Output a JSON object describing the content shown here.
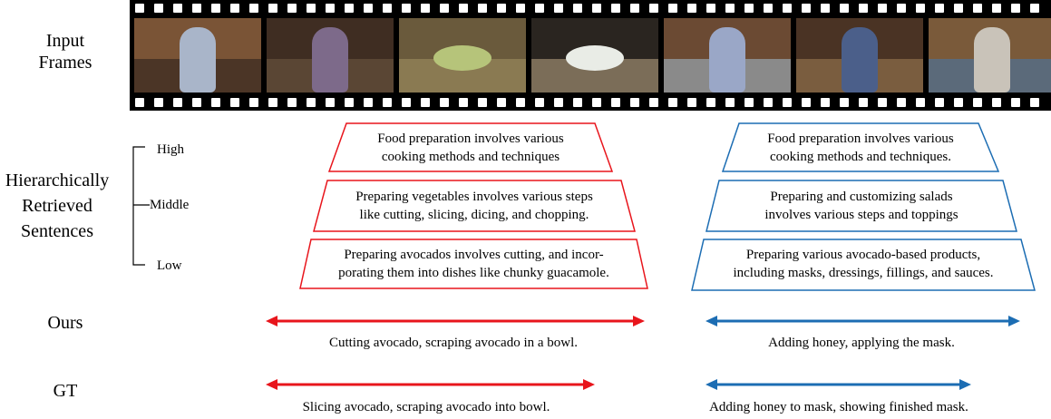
{
  "labels": {
    "input_frames": [
      "Input",
      "Frames"
    ],
    "retrieved": [
      "Hierarchically",
      "Retrieved",
      "Sentences"
    ],
    "ours": "Ours",
    "gt": "GT"
  },
  "levels": [
    "High",
    "Middle",
    "Low"
  ],
  "frames": [
    {
      "scene": "kitchen-person",
      "wall": "#7a5436",
      "floor": "#4b3526",
      "figure": "#a9b5c9"
    },
    {
      "scene": "kitchen-person-closeup",
      "wall": "#3f2d22",
      "floor": "#5a4634",
      "figure": "#7d6a8a"
    },
    {
      "scene": "avocado-slices-board",
      "wall": "#6a5a3c",
      "floor": "#8a7a52",
      "figure": "#b6c47a"
    },
    {
      "scene": "avocado-bowl-counter",
      "wall": "#2a2520",
      "floor": "#7b6d58",
      "figure": "#e9ece6"
    },
    {
      "scene": "kitchen-person-counter",
      "wall": "#6b4a33",
      "floor": "#8a8a8a",
      "figure": "#9aa7c7"
    },
    {
      "scene": "hands-mask-prep",
      "wall": "#4a3324",
      "floor": "#7a5d3f",
      "figure": "#4b5f8a"
    },
    {
      "scene": "kitchen-person-fridge",
      "wall": "#7a5a3a",
      "floor": "#5b6a7a",
      "figure": "#c9c3b9"
    }
  ],
  "left_pyramid": {
    "color": "#e8151c",
    "high": [
      "Food preparation involves various",
      "cooking methods and techniques"
    ],
    "middle": [
      "Preparing vegetables involves various steps",
      "like cutting, slicing, dicing, and chopping."
    ],
    "low": [
      "Preparing avocados involves cutting, and incor-",
      "porating them into dishes like chunky guacamole."
    ]
  },
  "right_pyramid": {
    "color": "#1c6db3",
    "high": [
      "Food preparation involves various",
      "cooking methods and techniques."
    ],
    "middle": [
      "Preparing and customizing salads",
      "involves various steps and toppings"
    ],
    "low": [
      "Preparing various avocado-based products,",
      "including masks, dressings, fillings, and sauces."
    ]
  },
  "ours": {
    "left_caption": "Cutting avocado, scraping avocado in a bowl.",
    "right_caption": "Adding honey, applying the mask."
  },
  "gt": {
    "left_caption": "Slicing avocado, scraping avocado into bowl.",
    "right_caption": "Adding honey to mask, showing finished mask."
  }
}
